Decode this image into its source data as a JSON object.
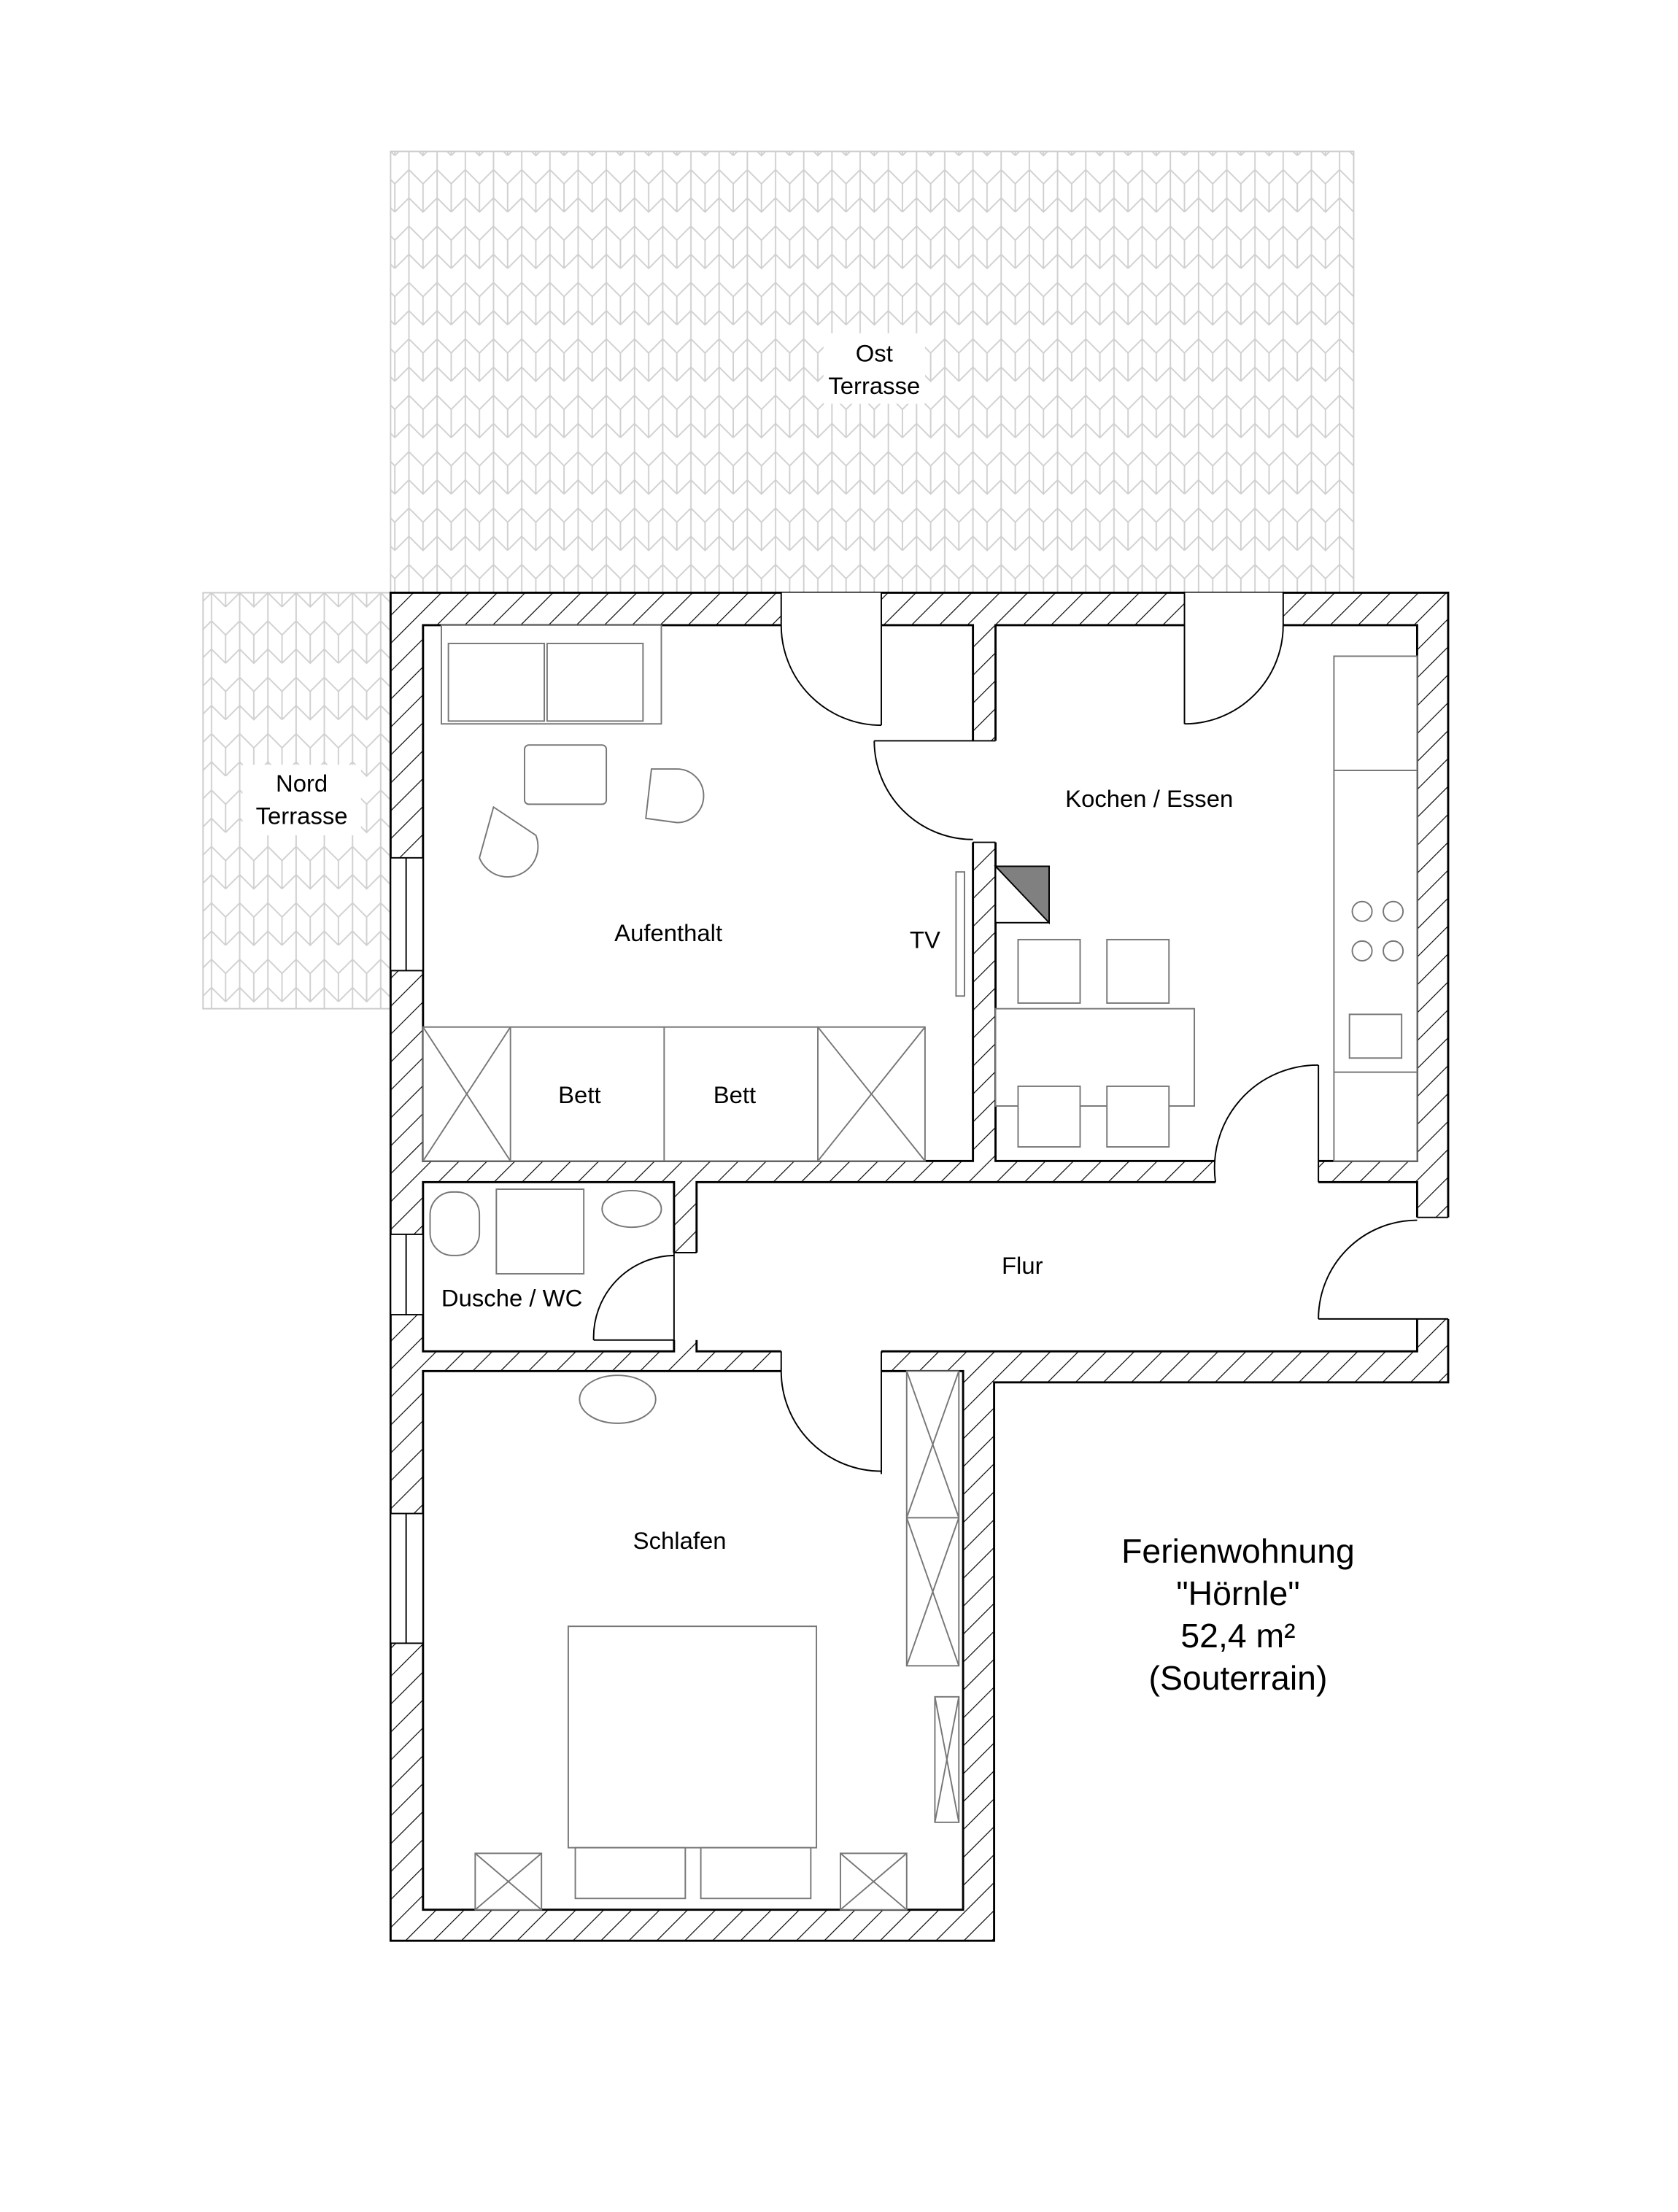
{
  "terraces": {
    "ost": {
      "line1": "Ost",
      "line2": "Terrasse"
    },
    "nord": {
      "line1": "Nord",
      "line2": "Terrasse"
    }
  },
  "rooms": {
    "aufenthalt": "Aufenthalt",
    "tv": "TV",
    "bett1": "Bett",
    "bett2": "Bett",
    "kochen": "Kochen / Essen",
    "dusche": "Dusche / WC",
    "flur": "Flur",
    "schlafen": "Schlafen"
  },
  "info": {
    "name": "Ferienwohnung",
    "subtitle": "\"Hörnle\"",
    "area": "52,4 m²",
    "level": "(Souterrain)"
  },
  "colors": {
    "wall": "#000000",
    "pattern": "#cccccc",
    "chimney": "#808080"
  }
}
